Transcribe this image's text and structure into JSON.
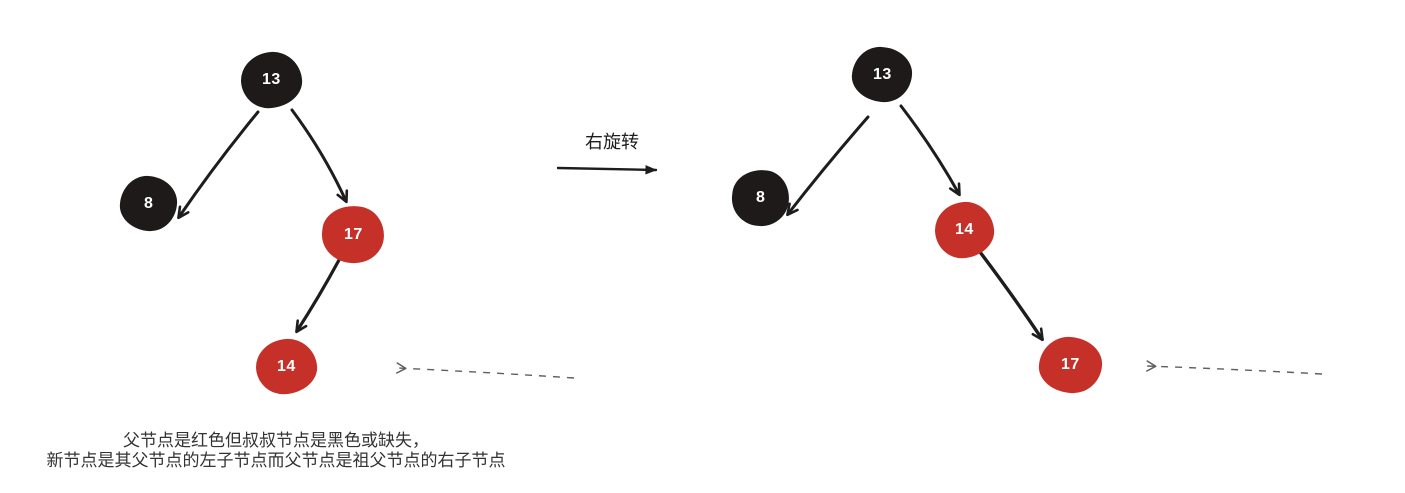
{
  "colors": {
    "node_black": "#1e1a1a",
    "node_red": "#c53029",
    "arrow": "#1d1d1d",
    "dashed_arrow": "#5f5f5f",
    "caption_text": "#333333"
  },
  "rotation": {
    "label": "右旋转"
  },
  "caption": {
    "line1": "父节点是红色但叔叔节点是黑色或缺失，",
    "line2": "新节点是其父节点的左子节点而父节点是祖父节点的右子节点"
  },
  "left_tree": {
    "nodes": [
      {
        "label": "13",
        "color": "black"
      },
      {
        "label": "8",
        "color": "black"
      },
      {
        "label": "17",
        "color": "red"
      },
      {
        "label": "14",
        "color": "red"
      }
    ],
    "edges": [
      {
        "from": "13",
        "to": "8",
        "side": "left"
      },
      {
        "from": "13",
        "to": "17",
        "side": "right"
      },
      {
        "from": "17",
        "to": "14",
        "side": "left"
      }
    ]
  },
  "right_tree": {
    "nodes": [
      {
        "label": "13",
        "color": "black"
      },
      {
        "label": "8",
        "color": "black"
      },
      {
        "label": "14",
        "color": "red"
      },
      {
        "label": "17",
        "color": "red"
      }
    ],
    "edges": [
      {
        "from": "13",
        "to": "8",
        "side": "left"
      },
      {
        "from": "13",
        "to": "14",
        "side": "right"
      },
      {
        "from": "14",
        "to": "17",
        "side": "right"
      }
    ]
  },
  "dashed_pointers": {
    "left_points_at": "14",
    "right_points_at": "17"
  }
}
